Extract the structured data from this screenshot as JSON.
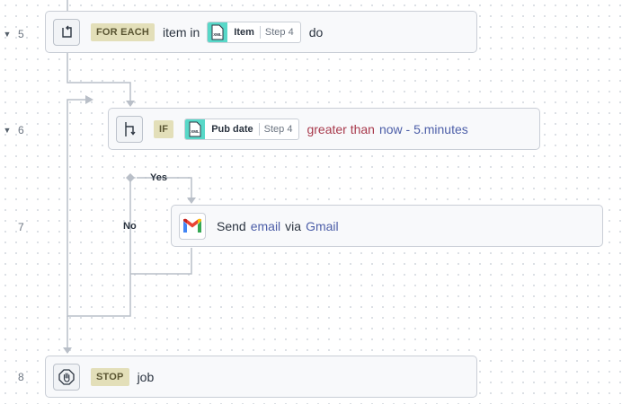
{
  "rows": [
    {
      "number": "5",
      "collapsible": true
    },
    {
      "number": "6",
      "collapsible": true
    },
    {
      "number": "7",
      "collapsible": false
    },
    {
      "number": "8",
      "collapsible": false
    }
  ],
  "steps": {
    "foreach": {
      "keyword": "FOR EACH",
      "text_before": "item in",
      "pill_label": "Item",
      "pill_step": "Step 4",
      "text_after": "do",
      "icon": "loop-icon"
    },
    "if": {
      "keyword": "IF",
      "pill_label": "Pub date",
      "pill_step": "Step 4",
      "operator": "greater than",
      "value": "now - 5.minutes",
      "icon": "branch-icon"
    },
    "send": {
      "text_send": "Send",
      "text_object": "email",
      "text_via": "via",
      "text_app": "Gmail",
      "icon": "gmail-icon"
    },
    "stop": {
      "keyword": "STOP",
      "text": "job",
      "icon": "stop-hand-icon"
    }
  },
  "branches": {
    "yes": "Yes",
    "no": "No"
  },
  "pill_icon_text": "XML",
  "colors": {
    "keyword_bg": "#e3dfb9",
    "operator": "#a83a4c",
    "value": "#4c5ea8",
    "xml_badge": "#58d8c8"
  }
}
